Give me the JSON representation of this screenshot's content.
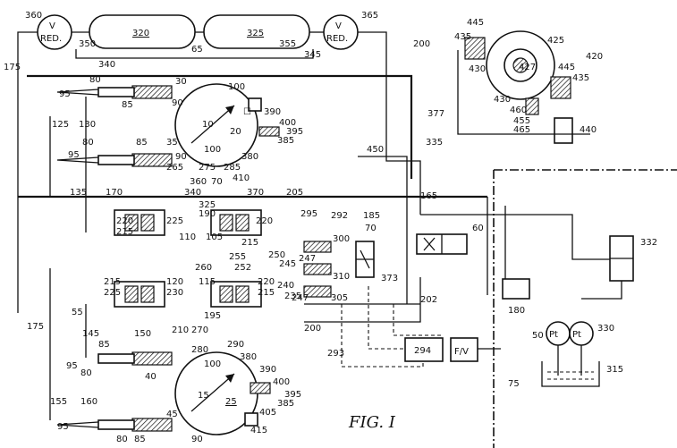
{
  "figure_title": "FIG. I",
  "reducing_valves": [
    {
      "id": "360",
      "line1": "V",
      "line2": "RED."
    },
    {
      "id": "365",
      "line1": "V",
      "line2": "RED."
    }
  ],
  "accumulators": [
    {
      "id": "320"
    },
    {
      "id": "325"
    }
  ],
  "tank_label": "315",
  "pressure_transducers": [
    {
      "id": "50",
      "label": "Pt"
    },
    {
      "id": "330",
      "label": "Pt"
    }
  ],
  "controller_box": "294",
  "converter_box": "F/V",
  "wheel_upper": {
    "number": "20",
    "arrow_ref": "10",
    "ref": "100"
  },
  "wheel_lower": {
    "number": "25",
    "arrow_ref": "15",
    "ref": "100"
  },
  "reference_numerals": [
    "360",
    "365",
    "345",
    "355",
    "350",
    "340",
    "200",
    "175",
    "125",
    "130",
    "95",
    "80",
    "85",
    "30",
    "90",
    "100",
    "10",
    "20",
    "390",
    "400",
    "395",
    "385",
    "377",
    "335",
    "450",
    "420",
    "425",
    "427",
    "435",
    "445",
    "430",
    "460",
    "455",
    "465",
    "440",
    "35",
    "265",
    "275",
    "285",
    "380",
    "170",
    "135",
    "410",
    "70",
    "340",
    "360",
    "325",
    "370",
    "205",
    "165",
    "220",
    "215",
    "225",
    "110",
    "105",
    "190",
    "295",
    "292",
    "185",
    "70",
    "300",
    "60",
    "250",
    "245",
    "247",
    "240",
    "310",
    "255",
    "252",
    "260",
    "332",
    "120",
    "115",
    "230",
    "220",
    "215",
    "55",
    "195",
    "235",
    "305",
    "373",
    "202",
    "180",
    "145",
    "150",
    "280",
    "290",
    "40",
    "50",
    "330",
    "294",
    "293",
    "75",
    "315",
    "155",
    "160",
    "405",
    "415",
    "45",
    "270",
    "175",
    "200",
    "210",
    "250"
  ]
}
